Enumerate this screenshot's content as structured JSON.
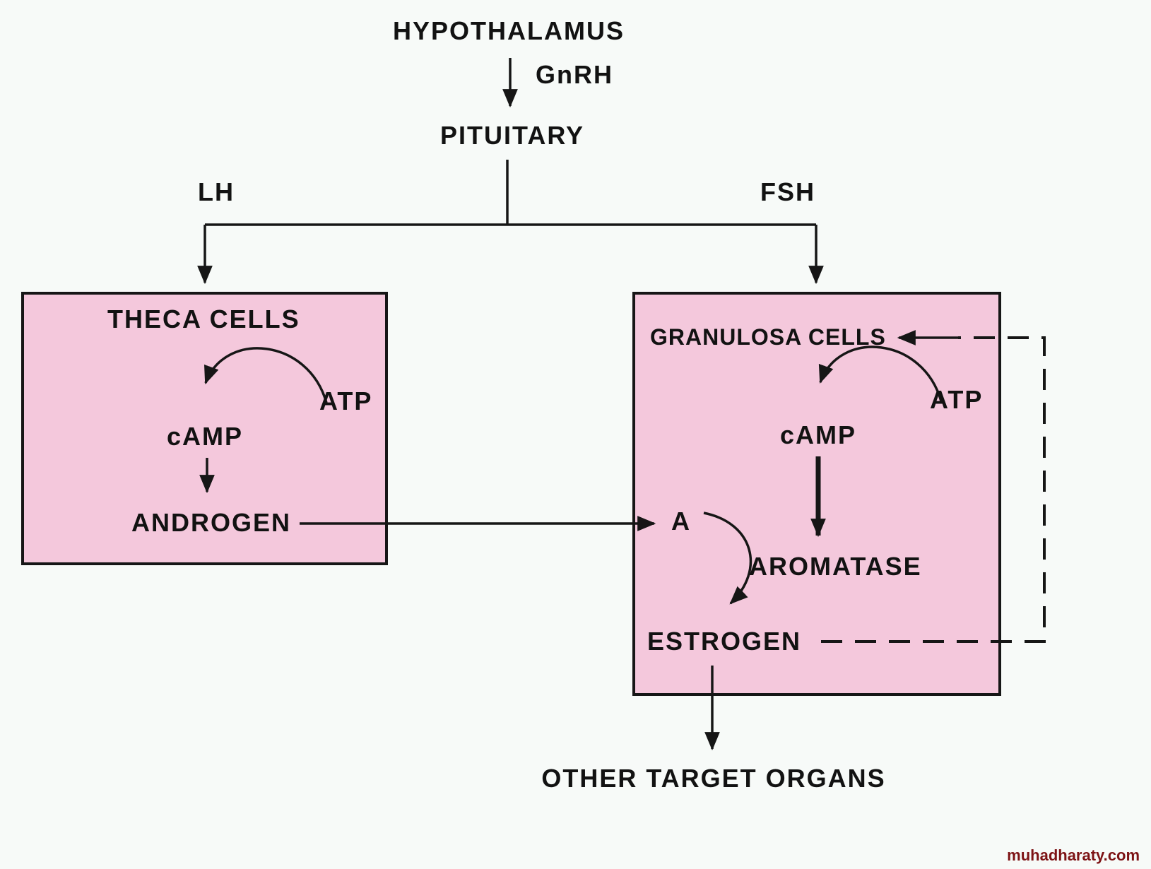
{
  "diagram": {
    "hypothalamus": "HYPOTHALAMUS",
    "gnrh": "GnRH",
    "pituitary": "PITUITARY",
    "lh": "LH",
    "fsh": "FSH",
    "theca": {
      "title": "THECA CELLS",
      "atp": "ATP",
      "camp": "cAMP",
      "androgen": "ANDROGEN"
    },
    "granulosa": {
      "title": "GRANULOSA CELLS",
      "atp": "ATP",
      "camp": "cAMP",
      "a": "A",
      "aromatase": "AROMATASE",
      "estrogen": "ESTROGEN"
    },
    "other_target_organs": "OTHER TARGET ORGANS",
    "watermark": "muhadharaty.com",
    "colors": {
      "box_fill": "#f4c8dc",
      "line": "#161616",
      "background": "#f7faf8",
      "watermark": "#7d1315"
    }
  }
}
